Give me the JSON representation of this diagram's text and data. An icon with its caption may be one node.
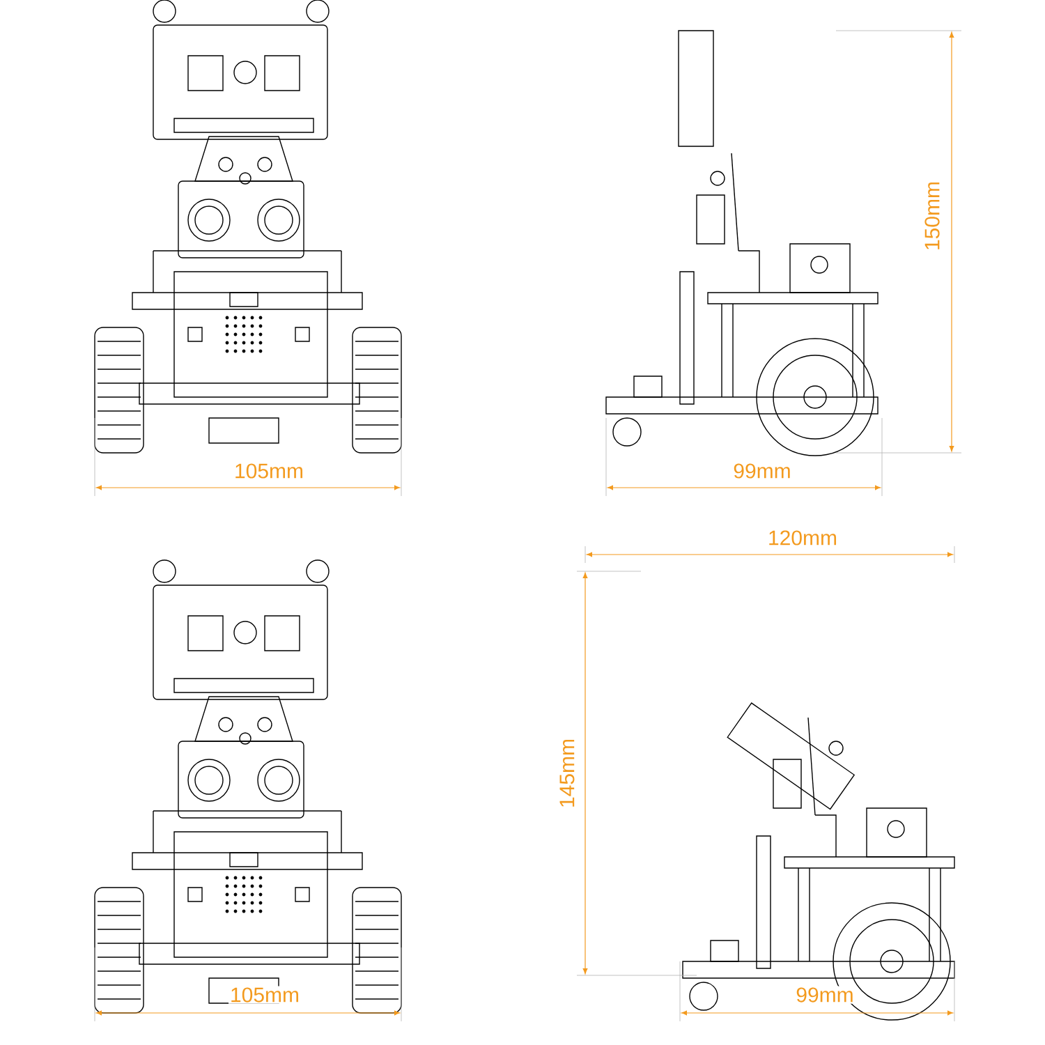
{
  "diagram": {
    "labels": [
      "150mm",
      "105mm",
      "99mm",
      "120mm",
      "145mm",
      "105mm",
      "99mm"
    ]
  }
}
